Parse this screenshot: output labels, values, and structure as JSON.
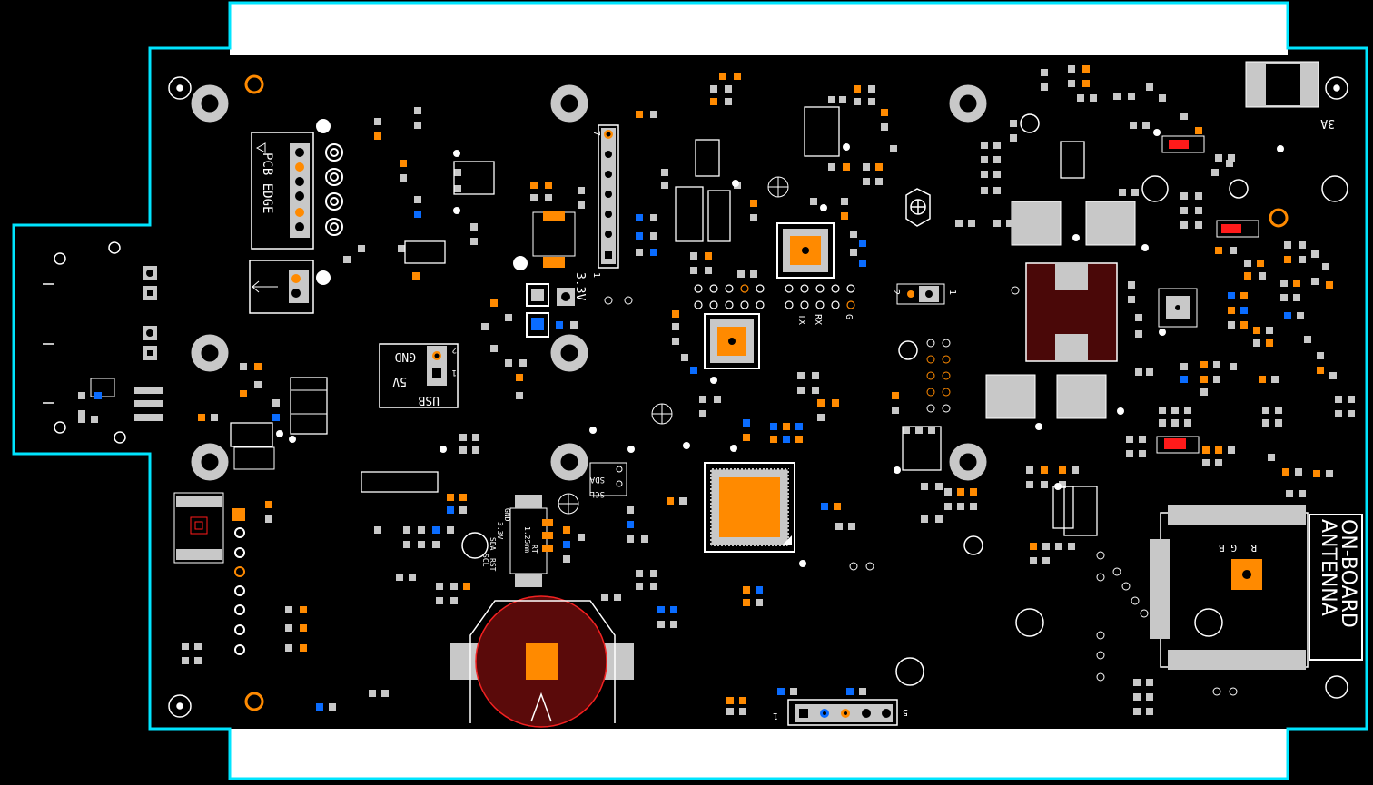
{
  "colors": {
    "background": "#000000",
    "board_outline": "#00e5ff",
    "silkscreen": "#ffffff",
    "pad_grey": "#c8c8c8",
    "pad_orange": "#ff8a00",
    "pad_blue": "#0a6cff",
    "pad_red": "#ff1a1a",
    "keepout_white": "#ffffff"
  },
  "labels": {
    "pcb_edge": "PCB EDGE",
    "header_pin_top": "7",
    "header_pin_bottom": "1",
    "voltage_33": "3.3V",
    "usb": "USB",
    "usb_5v": "5V",
    "usb_gnd": "GND",
    "usb_pin2": "2",
    "usb_pin1": "1",
    "tx": "TX",
    "rx": "RX",
    "g": "G",
    "jumper_2": "2",
    "jumper_1": "1",
    "scl": "SCL",
    "sda": "SDA",
    "i2c_gnd": "GND",
    "i2c_33": "3.3V",
    "i2c_sda": "SDA",
    "i2c_scl": "SCL",
    "i2c_rst": "RST",
    "pitch": "1.25mm",
    "rt": "RT",
    "fuse_3a": "3A",
    "onboard": "ON-BOARD",
    "antenna": "ANTENNA",
    "rgb": "R",
    "gb": "G B",
    "conn_pin1": "1",
    "conn_pin5": "5"
  }
}
